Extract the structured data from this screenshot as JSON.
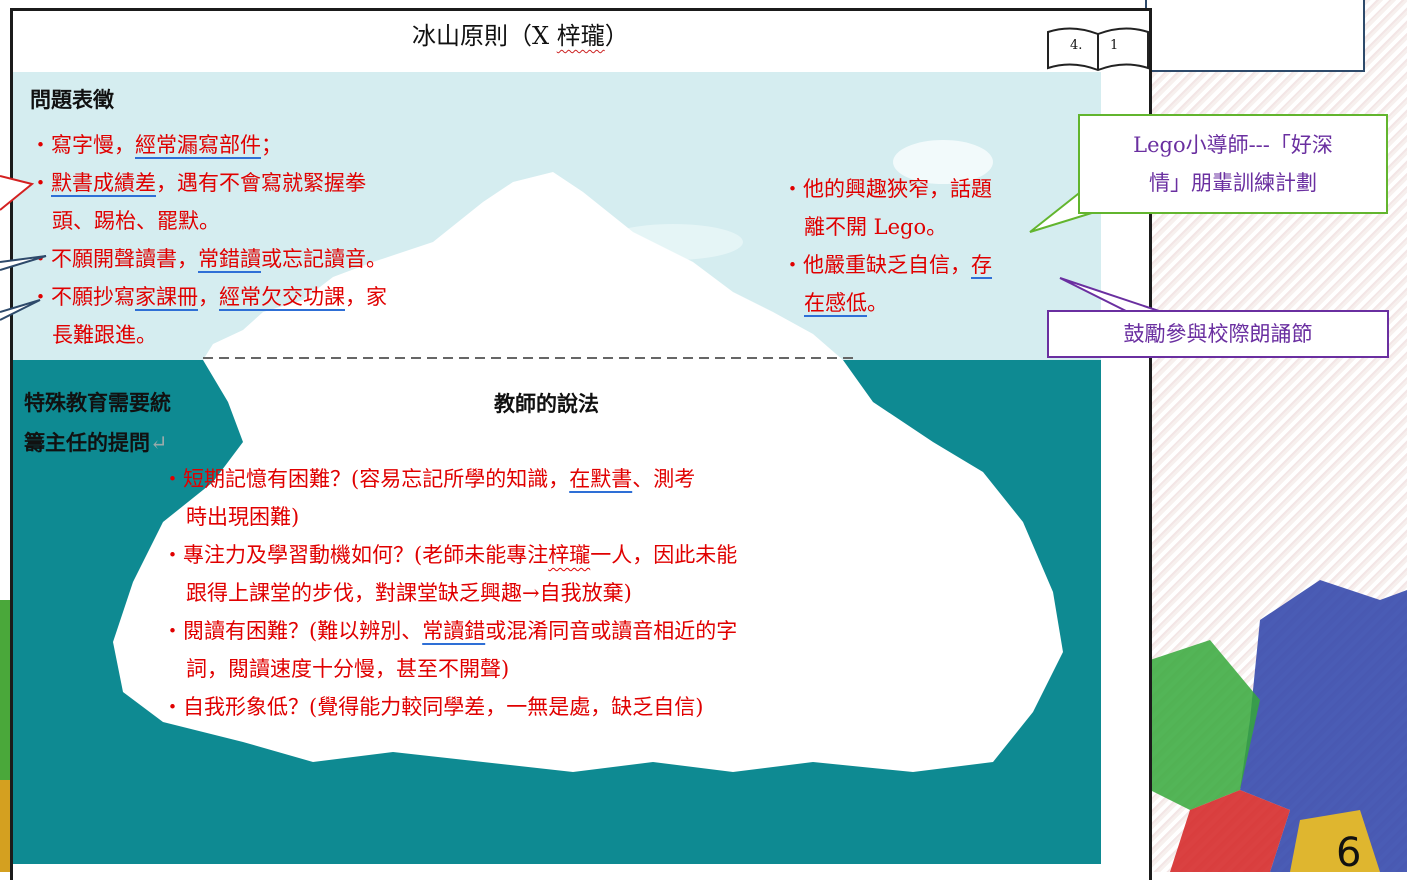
{
  "slide": {
    "title_prefix": "冰山原則（X ",
    "title_name": "梓瓏",
    "title_suffix": "）",
    "book_label_left": "4.",
    "book_label_right": "1",
    "page_number": "6"
  },
  "problems": {
    "heading": "問題表徵",
    "item1_plain": "寫字慢，",
    "item1_link": "經常漏寫部件",
    "item1_end": "；",
    "item2_link": "默書成績差",
    "item2_rest": "，遇有不會寫就緊握拳",
    "item2_line2": "頭、踢枱、罷默。",
    "item3_plain": "不願開聲讀書，",
    "item3_link": "常錯讀",
    "item3_rest": "或忘記讀音。",
    "item4_plain": "不願抄寫",
    "item4_link1": "家課冊",
    "item4_mid": "，",
    "item4_link2": "經常欠交功課",
    "item4_rest": "，家",
    "item4_line2": "長難跟進。"
  },
  "right_notes": {
    "item1_line1": "他的興趣狹窄，話題",
    "item1_line2": "離不開 Lego。",
    "item2_plain": "他嚴重缺乏自信，",
    "item2_link": "存",
    "item2_line2_link": "在感低",
    "item2_line2_end": "。"
  },
  "callouts": {
    "lego_line1": "Lego小導師---「好深",
    "lego_line2": "情」朋輩訓練計劃",
    "recital": "鼓勵參與校際朗誦節"
  },
  "sen": {
    "heading_line1": "特殊教育需要統",
    "heading_line2": "籌主任的提問",
    "return_mark": "↵"
  },
  "teacher": {
    "heading": "教師的說法",
    "q1_a": "短期記憶有困難？(容易忘記所學的知識，",
    "q1_link": "在默書",
    "q1_b": "、測考",
    "q1_line2": "時出現困難)",
    "q2_a": "專注力及學習動機如何？(老師未能專注",
    "q2_name": "梓瓏",
    "q2_b": "一人，因此未能",
    "q2_line2": "跟得上課堂的步伐，對課堂缺乏興趣→自我放棄)",
    "q3_a": "閱讀有困難？(難以辨別、",
    "q3_link": "常讀錯",
    "q3_b": "或混淆同音或讀音相近的字",
    "q3_line2": "詞，閱讀速度十分慢，甚至不開聲)",
    "q4": "自我形象低？(覺得能力較同學差，一無是處，缺乏自信)"
  },
  "colors": {
    "sky": "#d5edf0",
    "water": "#0e8a92",
    "text_red": "#e00000",
    "callout_purple": "#6a2fa0",
    "callout_green": "#62b52e",
    "underline_blue": "#2e6fd6"
  }
}
